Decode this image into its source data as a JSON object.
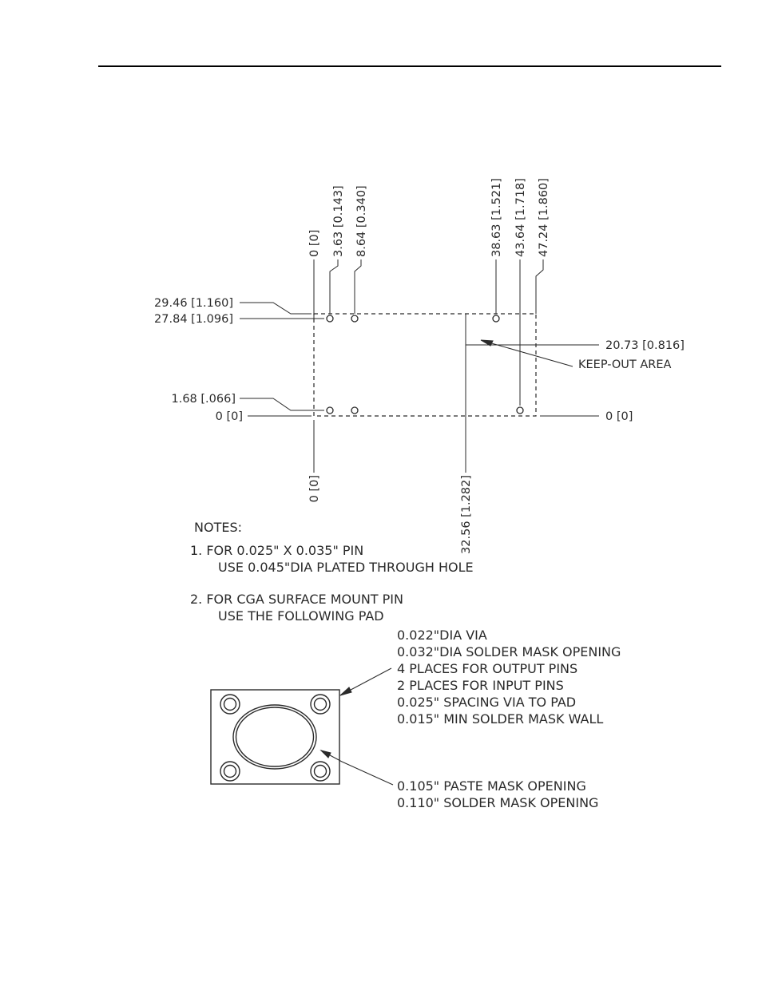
{
  "dims": {
    "top": [
      "0 [0]",
      "3.63 [0.143]",
      "8.64 [0.340]",
      "38.63 [1.521]",
      "43.64 [1.718]",
      "47.24 [1.860]"
    ],
    "bottom_left": "0 [0]",
    "bottom_mid": "32.56 [1.282]",
    "left": [
      "29.46 [1.160]",
      "27.84 [1.096]",
      "1.68 [.066]",
      "0 [0]"
    ],
    "right_upper": "20.73 [0.816]",
    "right_lower": "0 [0]",
    "keepout": "KEEP-OUT AREA"
  },
  "notes": {
    "heading": "NOTES:",
    "n1_line1": "1. FOR 0.025\" X 0.035\" PIN",
    "n1_line2": "USE 0.045\"DIA PLATED THROUGH HOLE",
    "n2_line1": "2. FOR CGA SURFACE MOUNT PIN",
    "n2_line2": "USE THE FOLLOWING PAD"
  },
  "pad_callouts": {
    "via": [
      "0.022\"DIA VIA",
      "0.032\"DIA SOLDER MASK OPENING",
      "4 PLACES FOR OUTPUT PINS",
      "2 PLACES FOR INPUT PINS",
      "0.025\" SPACING VIA TO PAD",
      "0.015\" MIN SOLDER MASK WALL"
    ],
    "pad": [
      "0.105\" PASTE MASK OPENING",
      "0.110\" SOLDER MASK OPENING"
    ]
  }
}
